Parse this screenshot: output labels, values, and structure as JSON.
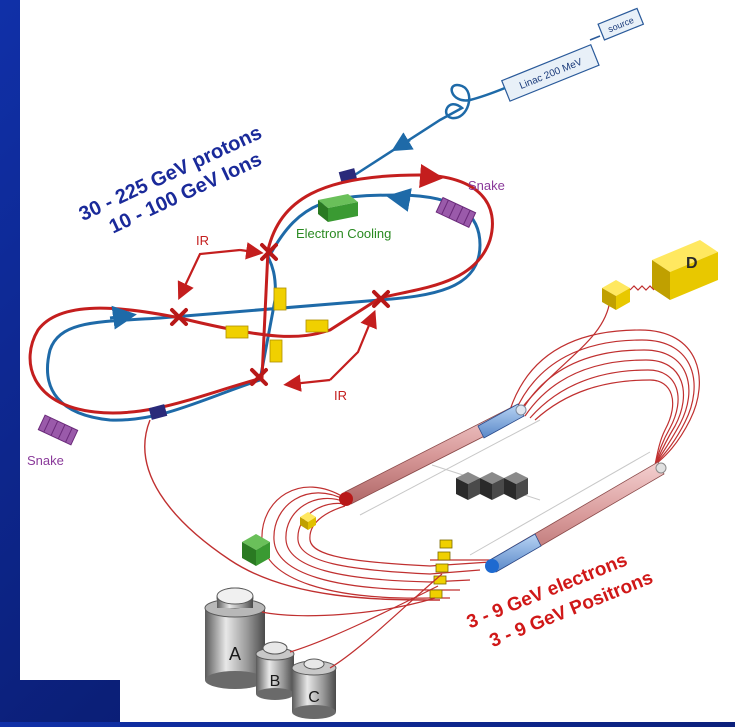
{
  "labels": {
    "source": "source",
    "linac": "Linac 200 MeV",
    "hadron_energy_line1": "30 - 225 GeV protons",
    "hadron_energy_line2": "10 - 100 GeV Ions",
    "snake_top": "Snake",
    "snake_left": "Snake",
    "electron_cooling": "Electron Cooling",
    "ir_top": "IR",
    "ir_bottom": "IR",
    "electron_energy_line1": "3 - 9 GeV electrons",
    "electron_energy_line2": "3 - 9 GeV Positrons",
    "detector_a": "A",
    "detector_b": "B",
    "detector_c": "C",
    "detector_d": "D"
  },
  "colors": {
    "background": "#0b1f78",
    "panel": "#ffffff",
    "hadron_ring_blue": "#1e6aa8",
    "hadron_ring_red": "#c41e1e",
    "energy_text_blue": "#1a2a9a",
    "energy_text_red": "#d01818",
    "snake_purple": "#8a3a9a",
    "cooling_green": "#2a8a22",
    "magnet_yellow": "#f0d000",
    "beamline_red": "#c03030"
  }
}
